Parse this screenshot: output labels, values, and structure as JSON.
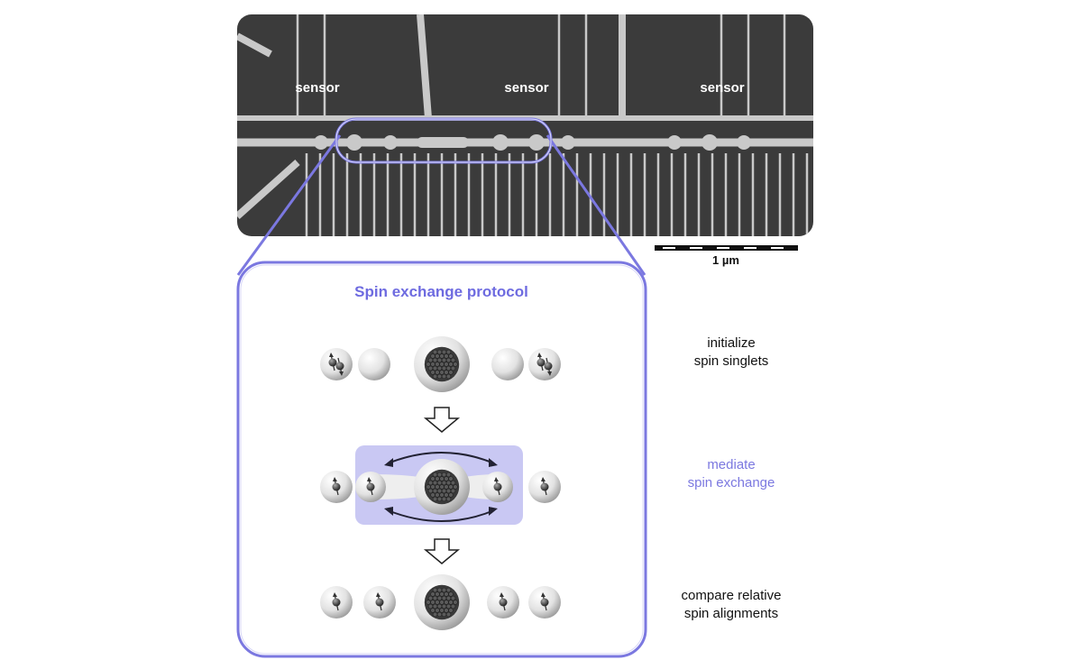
{
  "micrograph": {
    "sensor_labels": [
      "sensor",
      "sensor",
      "sensor"
    ],
    "scale_bar_label": "1 µm"
  },
  "protocol": {
    "title": "Spin exchange protocol",
    "steps": [
      {
        "line1": "initialize",
        "line2": "spin singlets",
        "highlight": false
      },
      {
        "line1": "mediate",
        "line2": "spin exchange",
        "highlight": true
      },
      {
        "line1": "compare relative",
        "line2": "spin alignments",
        "highlight": false
      }
    ]
  },
  "colors": {
    "accent": "#7b78e0",
    "highlight_fill": "#c9c8f3",
    "micrograph_bg": "#3b3b3b"
  }
}
